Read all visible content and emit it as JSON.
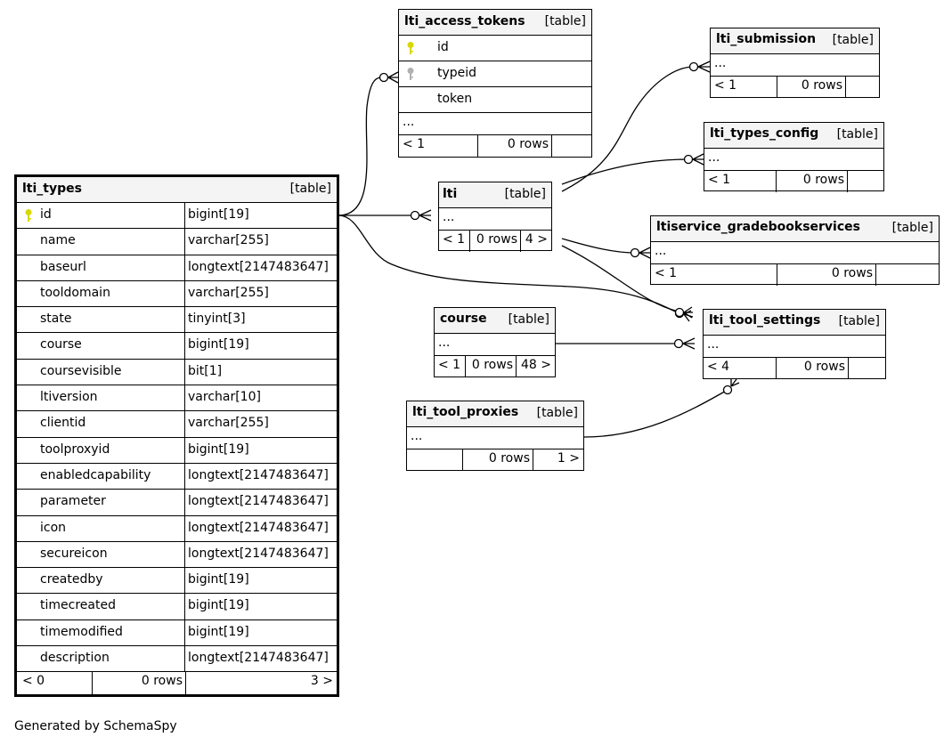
{
  "diagram": {
    "tables": {
      "lti_types": {
        "name": "lti_types",
        "tag": "[table]",
        "columns": [
          {
            "name": "id",
            "type": "bigint[19]",
            "key": "primary"
          },
          {
            "name": "name",
            "type": "varchar[255]"
          },
          {
            "name": "baseurl",
            "type": "longtext[2147483647]"
          },
          {
            "name": "tooldomain",
            "type": "varchar[255]"
          },
          {
            "name": "state",
            "type": "tinyint[3]"
          },
          {
            "name": "course",
            "type": "bigint[19]"
          },
          {
            "name": "coursevisible",
            "type": "bit[1]"
          },
          {
            "name": "ltiversion",
            "type": "varchar[10]"
          },
          {
            "name": "clientid",
            "type": "varchar[255]"
          },
          {
            "name": "toolproxyid",
            "type": "bigint[19]"
          },
          {
            "name": "enabledcapability",
            "type": "longtext[2147483647]"
          },
          {
            "name": "parameter",
            "type": "longtext[2147483647]"
          },
          {
            "name": "icon",
            "type": "longtext[2147483647]"
          },
          {
            "name": "secureicon",
            "type": "longtext[2147483647]"
          },
          {
            "name": "createdby",
            "type": "bigint[19]"
          },
          {
            "name": "timecreated",
            "type": "bigint[19]"
          },
          {
            "name": "timemodified",
            "type": "bigint[19]"
          },
          {
            "name": "description",
            "type": "longtext[2147483647]"
          }
        ],
        "footer": {
          "parents": "< 0",
          "rows": "0 rows",
          "children": "3 >"
        }
      },
      "lti_access_tokens": {
        "name": "lti_access_tokens",
        "tag": "[table]",
        "columns": [
          {
            "name": "id",
            "key": "primary"
          },
          {
            "name": "typeid",
            "key": "foreign"
          },
          {
            "name": "token"
          }
        ],
        "ellipsis": "...",
        "footer": {
          "parents": "< 1",
          "rows": "0 rows",
          "children": ""
        }
      },
      "lti_submission": {
        "name": "lti_submission",
        "tag": "[table]",
        "ellipsis": "...",
        "footer": {
          "parents": "< 1",
          "rows": "0 rows",
          "children": ""
        }
      },
      "lti_types_config": {
        "name": "lti_types_config",
        "tag": "[table]",
        "ellipsis": "...",
        "footer": {
          "parents": "< 1",
          "rows": "0 rows",
          "children": ""
        }
      },
      "lti": {
        "name": "lti",
        "tag": "[table]",
        "ellipsis": "...",
        "footer": {
          "parents": "< 1",
          "rows": "0 rows",
          "children": "4 >"
        }
      },
      "ltiservice_gradebookservices": {
        "name": "ltiservice_gradebookservices",
        "tag": "[table]",
        "ellipsis": "...",
        "footer": {
          "parents": "< 1",
          "rows": "0 rows",
          "children": ""
        }
      },
      "course": {
        "name": "course",
        "tag": "[table]",
        "ellipsis": "...",
        "footer": {
          "parents": "< 1",
          "rows": "0 rows",
          "children": "48 >"
        }
      },
      "lti_tool_settings": {
        "name": "lti_tool_settings",
        "tag": "[table]",
        "ellipsis": "...",
        "footer": {
          "parents": "< 4",
          "rows": "0 rows",
          "children": ""
        }
      },
      "lti_tool_proxies": {
        "name": "lti_tool_proxies",
        "tag": "[table]",
        "ellipsis": "...",
        "footer": {
          "parents": "",
          "rows": "0 rows",
          "children": "1 >"
        }
      }
    },
    "relationships": [
      {
        "from": "lti_types",
        "to": "lti_access_tokens"
      },
      {
        "from": "lti_types",
        "to": "lti"
      },
      {
        "from": "lti_types",
        "to": "lti_tool_settings"
      },
      {
        "from": "lti",
        "to": "lti_submission"
      },
      {
        "from": "lti",
        "to": "lti_types_config"
      },
      {
        "from": "lti",
        "to": "ltiservice_gradebookservices"
      },
      {
        "from": "lti",
        "to": "lti_tool_settings"
      },
      {
        "from": "course",
        "to": "lti_tool_settings"
      },
      {
        "from": "lti_tool_proxies",
        "to": "lti_tool_settings"
      }
    ],
    "colors": {
      "primary_key": "#d8d800",
      "foreign_key": "#b0b0b0",
      "header_bg": "#f4f4f4",
      "line": "#000000"
    },
    "icons": {
      "primary_key": "key-icon",
      "foreign_key": "key-icon"
    }
  },
  "footer": {
    "text": "Generated by SchemaSpy"
  }
}
